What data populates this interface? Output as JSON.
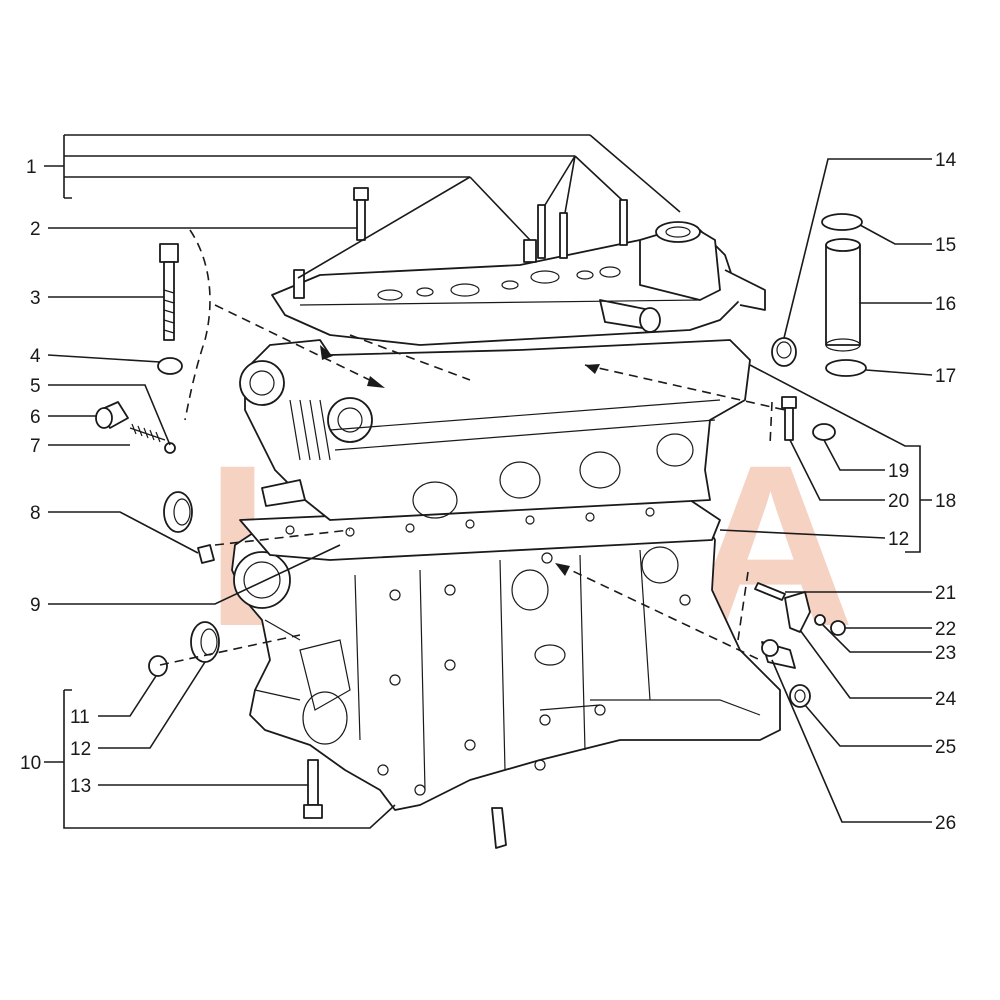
{
  "watermark": {
    "text": "LADA",
    "color": "#f6d2c2"
  },
  "colors": {
    "line": "#1a1a1a",
    "paper": "#ffffff"
  },
  "callouts": {
    "c1": "1",
    "c2": "2",
    "c3": "3",
    "c4": "4",
    "c5": "5",
    "c6": "6",
    "c7": "7",
    "c8": "8",
    "c9": "9",
    "c10": "10",
    "c11": "11",
    "c12a": "12",
    "c13": "13",
    "c14": "14",
    "c15": "15",
    "c16": "16",
    "c17": "17",
    "c18": "18",
    "c19": "19",
    "c20": "20",
    "c12b": "12",
    "c21": "21",
    "c22": "22",
    "c23": "23",
    "c24": "24",
    "c25": "25",
    "c26": "26"
  }
}
